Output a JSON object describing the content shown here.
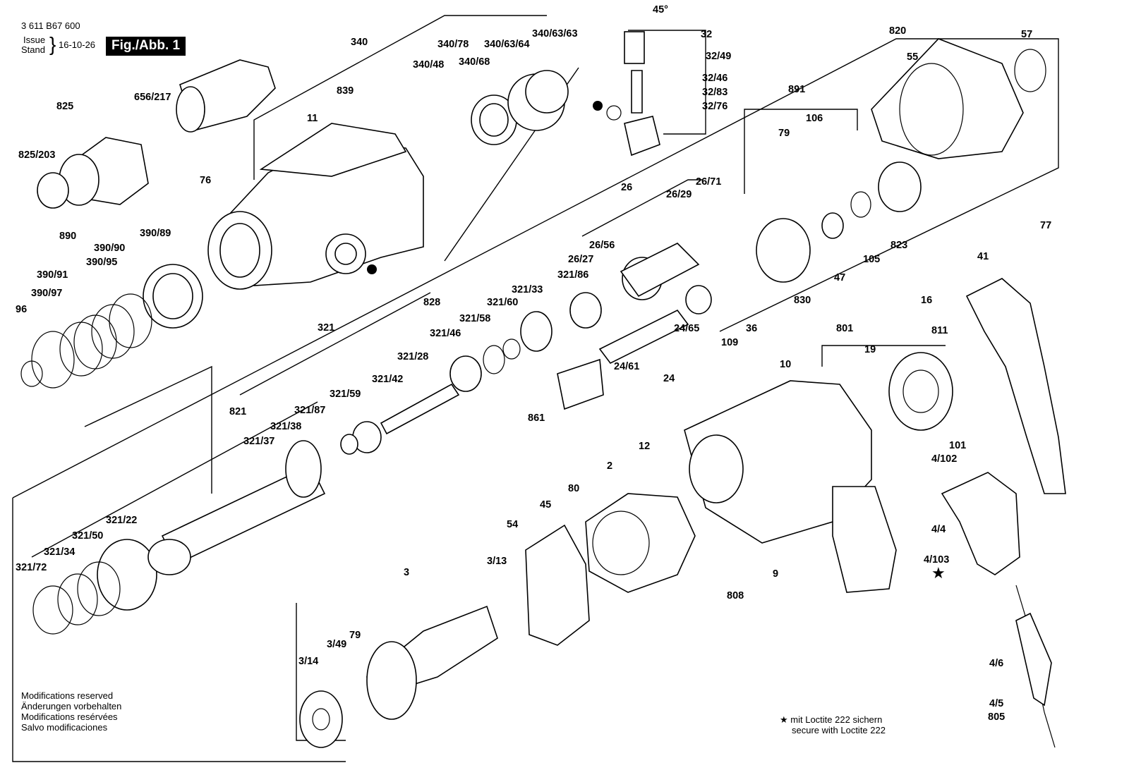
{
  "header": {
    "doc_number": "3 611 B67 600",
    "issue_label": "Issue",
    "stand_label": "Stand",
    "issue_date": "16-10-26",
    "figure_label": "Fig./Abb. 1"
  },
  "footer": {
    "modifications": [
      "Modifications reserved",
      "Änderungen vorbehalten",
      "Modifications resérvées",
      "Salvo modificaciones"
    ],
    "loctite_de": "mit Loctite 222 sichern",
    "loctite_en": "secure with Loctite 222"
  },
  "diagram": {
    "angle_label": "45°",
    "callouts": [
      "3",
      "3/13",
      "3/14",
      "3/49",
      "79",
      "54",
      "45",
      "80",
      "2",
      "12",
      "808",
      "9",
      "4/4",
      "4/103",
      "4/6",
      "4/5",
      "805",
      "4/102",
      "101",
      "811",
      "16",
      "801",
      "19",
      "10",
      "41",
      "77",
      "24",
      "24/61",
      "24/65",
      "861",
      "36",
      "109",
      "830",
      "47",
      "105",
      "823",
      "26",
      "26/27",
      "26/56",
      "26/29",
      "26/71",
      "891",
      "106",
      "79",
      "820",
      "55",
      "57",
      "32",
      "32/49",
      "32/46",
      "32/83",
      "32/76",
      "340",
      "340/78",
      "340/48",
      "340/68",
      "340/63/64",
      "340/63/63",
      "839",
      "11",
      "656/217",
      "825",
      "825/203",
      "76",
      "890",
      "390/91",
      "390/90",
      "390/89",
      "390/95",
      "390/97",
      "96",
      "321",
      "828",
      "321/86",
      "321/33",
      "321/60",
      "321/58",
      "321/46",
      "321/28",
      "321/42",
      "321/59",
      "821",
      "321/87",
      "321/38",
      "321/37",
      "321/22",
      "321/50",
      "321/34",
      "321/72"
    ]
  }
}
